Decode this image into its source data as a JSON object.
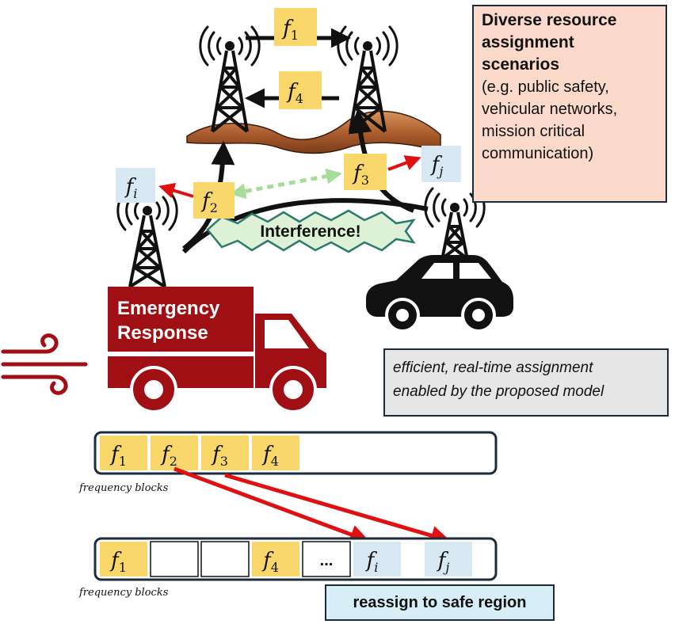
{
  "scenarios": {
    "title_line1": "Diverse resource",
    "title_line2": "assignment",
    "title_line3": "scenarios",
    "detail_line1": "(e.g. public safety,",
    "detail_line2": "vehicular networks,",
    "detail_line3": "mission critical",
    "detail_line4": "communication)"
  },
  "model_note": {
    "line1": "efficient, real-time assignment",
    "line2": "enabled by the proposed model"
  },
  "interference_label": "Interference!",
  "truck_label": {
    "line1": "Emergency",
    "line2": "Response"
  },
  "reassign_label": "reassign to safe region",
  "frequency": {
    "top_f1": "f",
    "top_f1_sub": "1",
    "top_f4": "f",
    "top_f4_sub": "4",
    "f2": "f",
    "f2_sub": "2",
    "f3": "f",
    "f3_sub": "3",
    "fi": "f",
    "fi_sub": "i",
    "fj": "f",
    "fj_sub": "j"
  },
  "row1": {
    "blocks": [
      {
        "f": "f",
        "sub": "1"
      },
      {
        "f": "f",
        "sub": "2"
      },
      {
        "f": "f",
        "sub": "3"
      },
      {
        "f": "f",
        "sub": "4"
      }
    ],
    "caption": "frequency blocks"
  },
  "row2": {
    "b1": {
      "f": "f",
      "sub": "1"
    },
    "b4": {
      "f": "f",
      "sub": "4"
    },
    "ellipsis": "...",
    "bi": {
      "f": "f",
      "sub": "i"
    },
    "bj": {
      "f": "f",
      "sub": "j"
    },
    "caption": "frequency blocks"
  },
  "colors": {
    "freq_yellow": "#fad76a",
    "freq_blue": "#d8e8f3",
    "truck_red": "#a00f14",
    "arrow_red": "#e01010",
    "interference_green": "#a6dd9b",
    "terrain_brown": "#b56a3a"
  }
}
